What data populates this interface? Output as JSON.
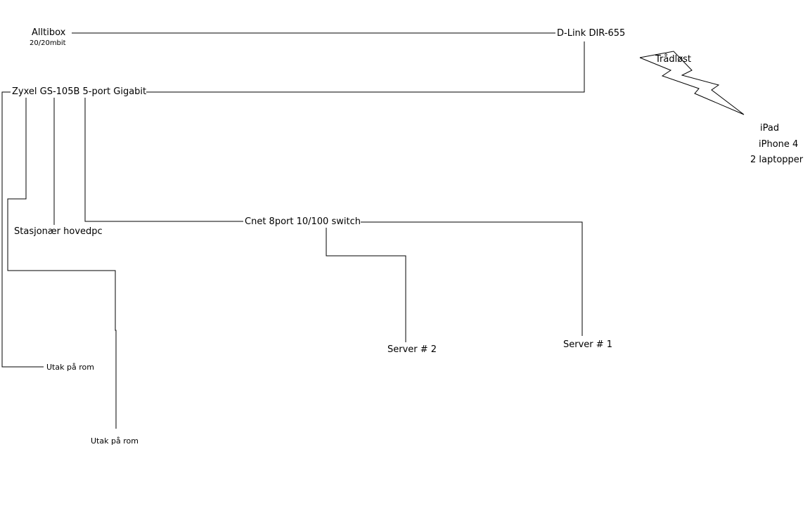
{
  "nodes": {
    "alltibox": "Alltibox",
    "alltibox_speed": "20/20mbit",
    "router": "D-Link DIR-655",
    "wireless": "Trådløst",
    "wireless_devices": [
      "iPad",
      "iPhone 4",
      "2 laptopper"
    ],
    "gigabit_switch": "Zyxel GS-105B 5-port Gigabit",
    "main_pc": "Stasjonær hovedpc",
    "fast_switch": "Cnet 8port 10/100 switch",
    "server2": "Server # 2",
    "server1": "Server # 1",
    "outlet_a": "Utak på rom",
    "outlet_b": "Utak på rom"
  },
  "colors": {
    "line": "#000000",
    "background": "#ffffff"
  }
}
